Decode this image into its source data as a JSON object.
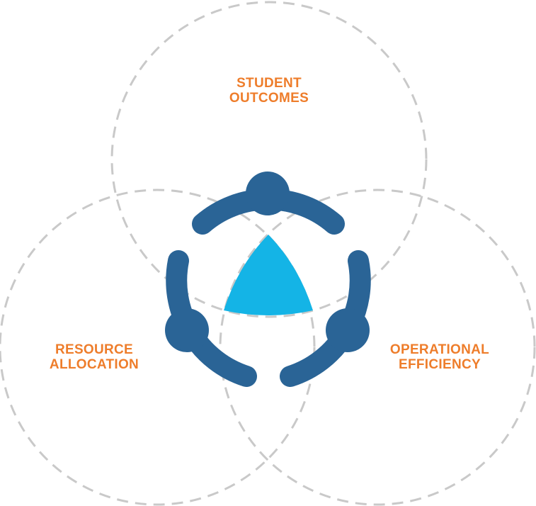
{
  "colors": {
    "label": "#EE7D2B",
    "ring": "#2A6496",
    "triangle": "#14B4E6",
    "dashed_circle": "#C9C9C9",
    "background": "#FFFFFF"
  },
  "circles": [
    {
      "id": "top",
      "label_lines": [
        "STUDENT",
        "OUTCOMES"
      ]
    },
    {
      "id": "left",
      "label_lines": [
        "RESOURCE",
        "ALLOCATION"
      ]
    },
    {
      "id": "right",
      "label_lines": [
        "OPERATIONAL",
        "EFFICIENCY"
      ]
    }
  ],
  "center": {
    "ring_icon": "three-node-cycle-icon",
    "triangle_icon": "rounded-triangle-icon"
  }
}
